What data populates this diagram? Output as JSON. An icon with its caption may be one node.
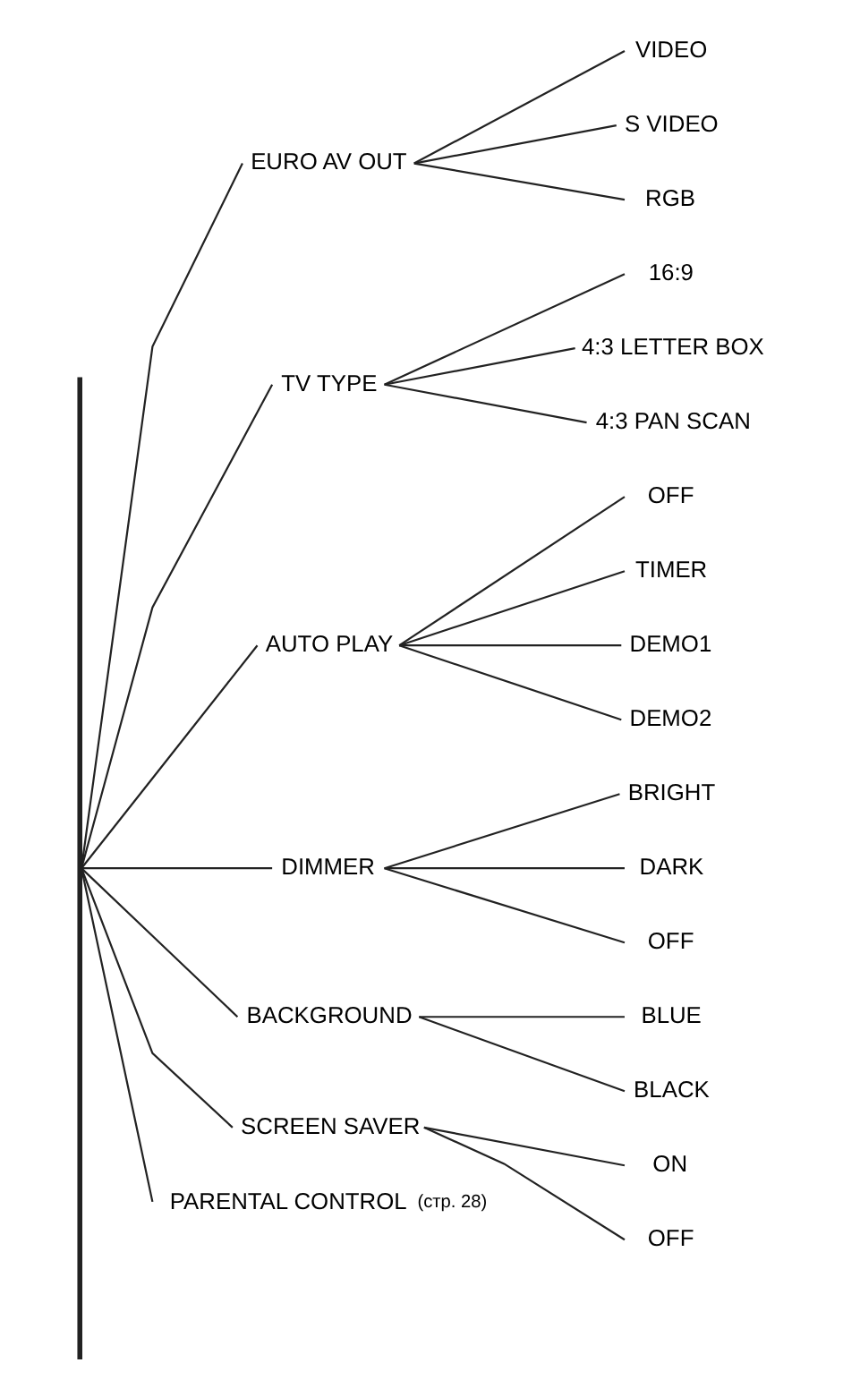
{
  "diagram": {
    "nodes": [
      {
        "text": [],
        "shape": "bar"
      },
      {
        "text": [
          "EURO AV OUT"
        ]
      },
      {
        "text": [
          "VIDEO"
        ]
      },
      {
        "text": [
          "S VIDEO"
        ]
      },
      {
        "text": [
          "RGB"
        ]
      },
      {
        "text": [
          "TV TYPE"
        ]
      },
      {
        "text": [
          "16:9"
        ]
      },
      {
        "text": [
          "4:3 LETTER BOX"
        ]
      },
      {
        "text": [
          "4:3 PAN SCAN"
        ]
      },
      {
        "text": [
          "AUTO PLAY"
        ]
      },
      {
        "text": [
          "OFF"
        ]
      },
      {
        "text": [
          "TIMER"
        ]
      },
      {
        "text": [
          "DEMO1"
        ]
      },
      {
        "text": [
          "DEMO2"
        ]
      },
      {
        "text": [
          "DIMMER"
        ]
      },
      {
        "text": [
          "BRIGHT"
        ]
      },
      {
        "text": [
          "DARK"
        ]
      },
      {
        "text": [
          "OFF"
        ]
      },
      {
        "text": [
          "BACKGROUND"
        ]
      },
      {
        "text": [
          "BLUE"
        ]
      },
      {
        "text": [
          "BLACK"
        ]
      },
      {
        "text": [
          "SCREEN SAVER"
        ]
      },
      {
        "text": [
          "ON"
        ]
      },
      {
        "text": [
          "OFF"
        ]
      },
      {
        "text": [
          "PARENTAL CONTROL"
        ],
        "beside": [
          "(стр. 28)"
        ]
      }
    ],
    "edges": [
      {
        "from": 0,
        "to": 1,
        "arrow": "none"
      },
      {
        "from": 1,
        "to": 2,
        "arrow": "none"
      },
      {
        "from": 1,
        "to": 3,
        "arrow": "none"
      },
      {
        "from": 1,
        "to": 4,
        "arrow": "none"
      },
      {
        "from": 0,
        "to": 5,
        "arrow": "none"
      },
      {
        "from": 5,
        "to": 6,
        "arrow": "none"
      },
      {
        "from": 5,
        "to": 7,
        "arrow": "none"
      },
      {
        "from": 5,
        "to": 8,
        "arrow": "none"
      },
      {
        "from": 0,
        "to": 9,
        "arrow": "none"
      },
      {
        "from": 9,
        "to": 10,
        "arrow": "none"
      },
      {
        "from": 9,
        "to": 11,
        "arrow": "none"
      },
      {
        "from": 9,
        "to": 12,
        "arrow": "none"
      },
      {
        "from": 9,
        "to": 13,
        "arrow": "none"
      },
      {
        "from": 0,
        "to": 14,
        "arrow": "none"
      },
      {
        "from": 14,
        "to": 15,
        "arrow": "none"
      },
      {
        "from": 14,
        "to": 16,
        "arrow": "none"
      },
      {
        "from": 14,
        "to": 17,
        "arrow": "none"
      },
      {
        "from": 0,
        "to": 18,
        "arrow": "none"
      },
      {
        "from": 18,
        "to": 19,
        "arrow": "none"
      },
      {
        "from": 18,
        "to": 20,
        "arrow": "none"
      },
      {
        "from": 0,
        "to": 21,
        "arrow": "none"
      },
      {
        "from": 21,
        "to": 22,
        "arrow": "none"
      },
      {
        "from": 21,
        "to": 23,
        "arrow": "none"
      },
      {
        "from": 0,
        "to": 24,
        "arrow": "none"
      }
    ]
  }
}
